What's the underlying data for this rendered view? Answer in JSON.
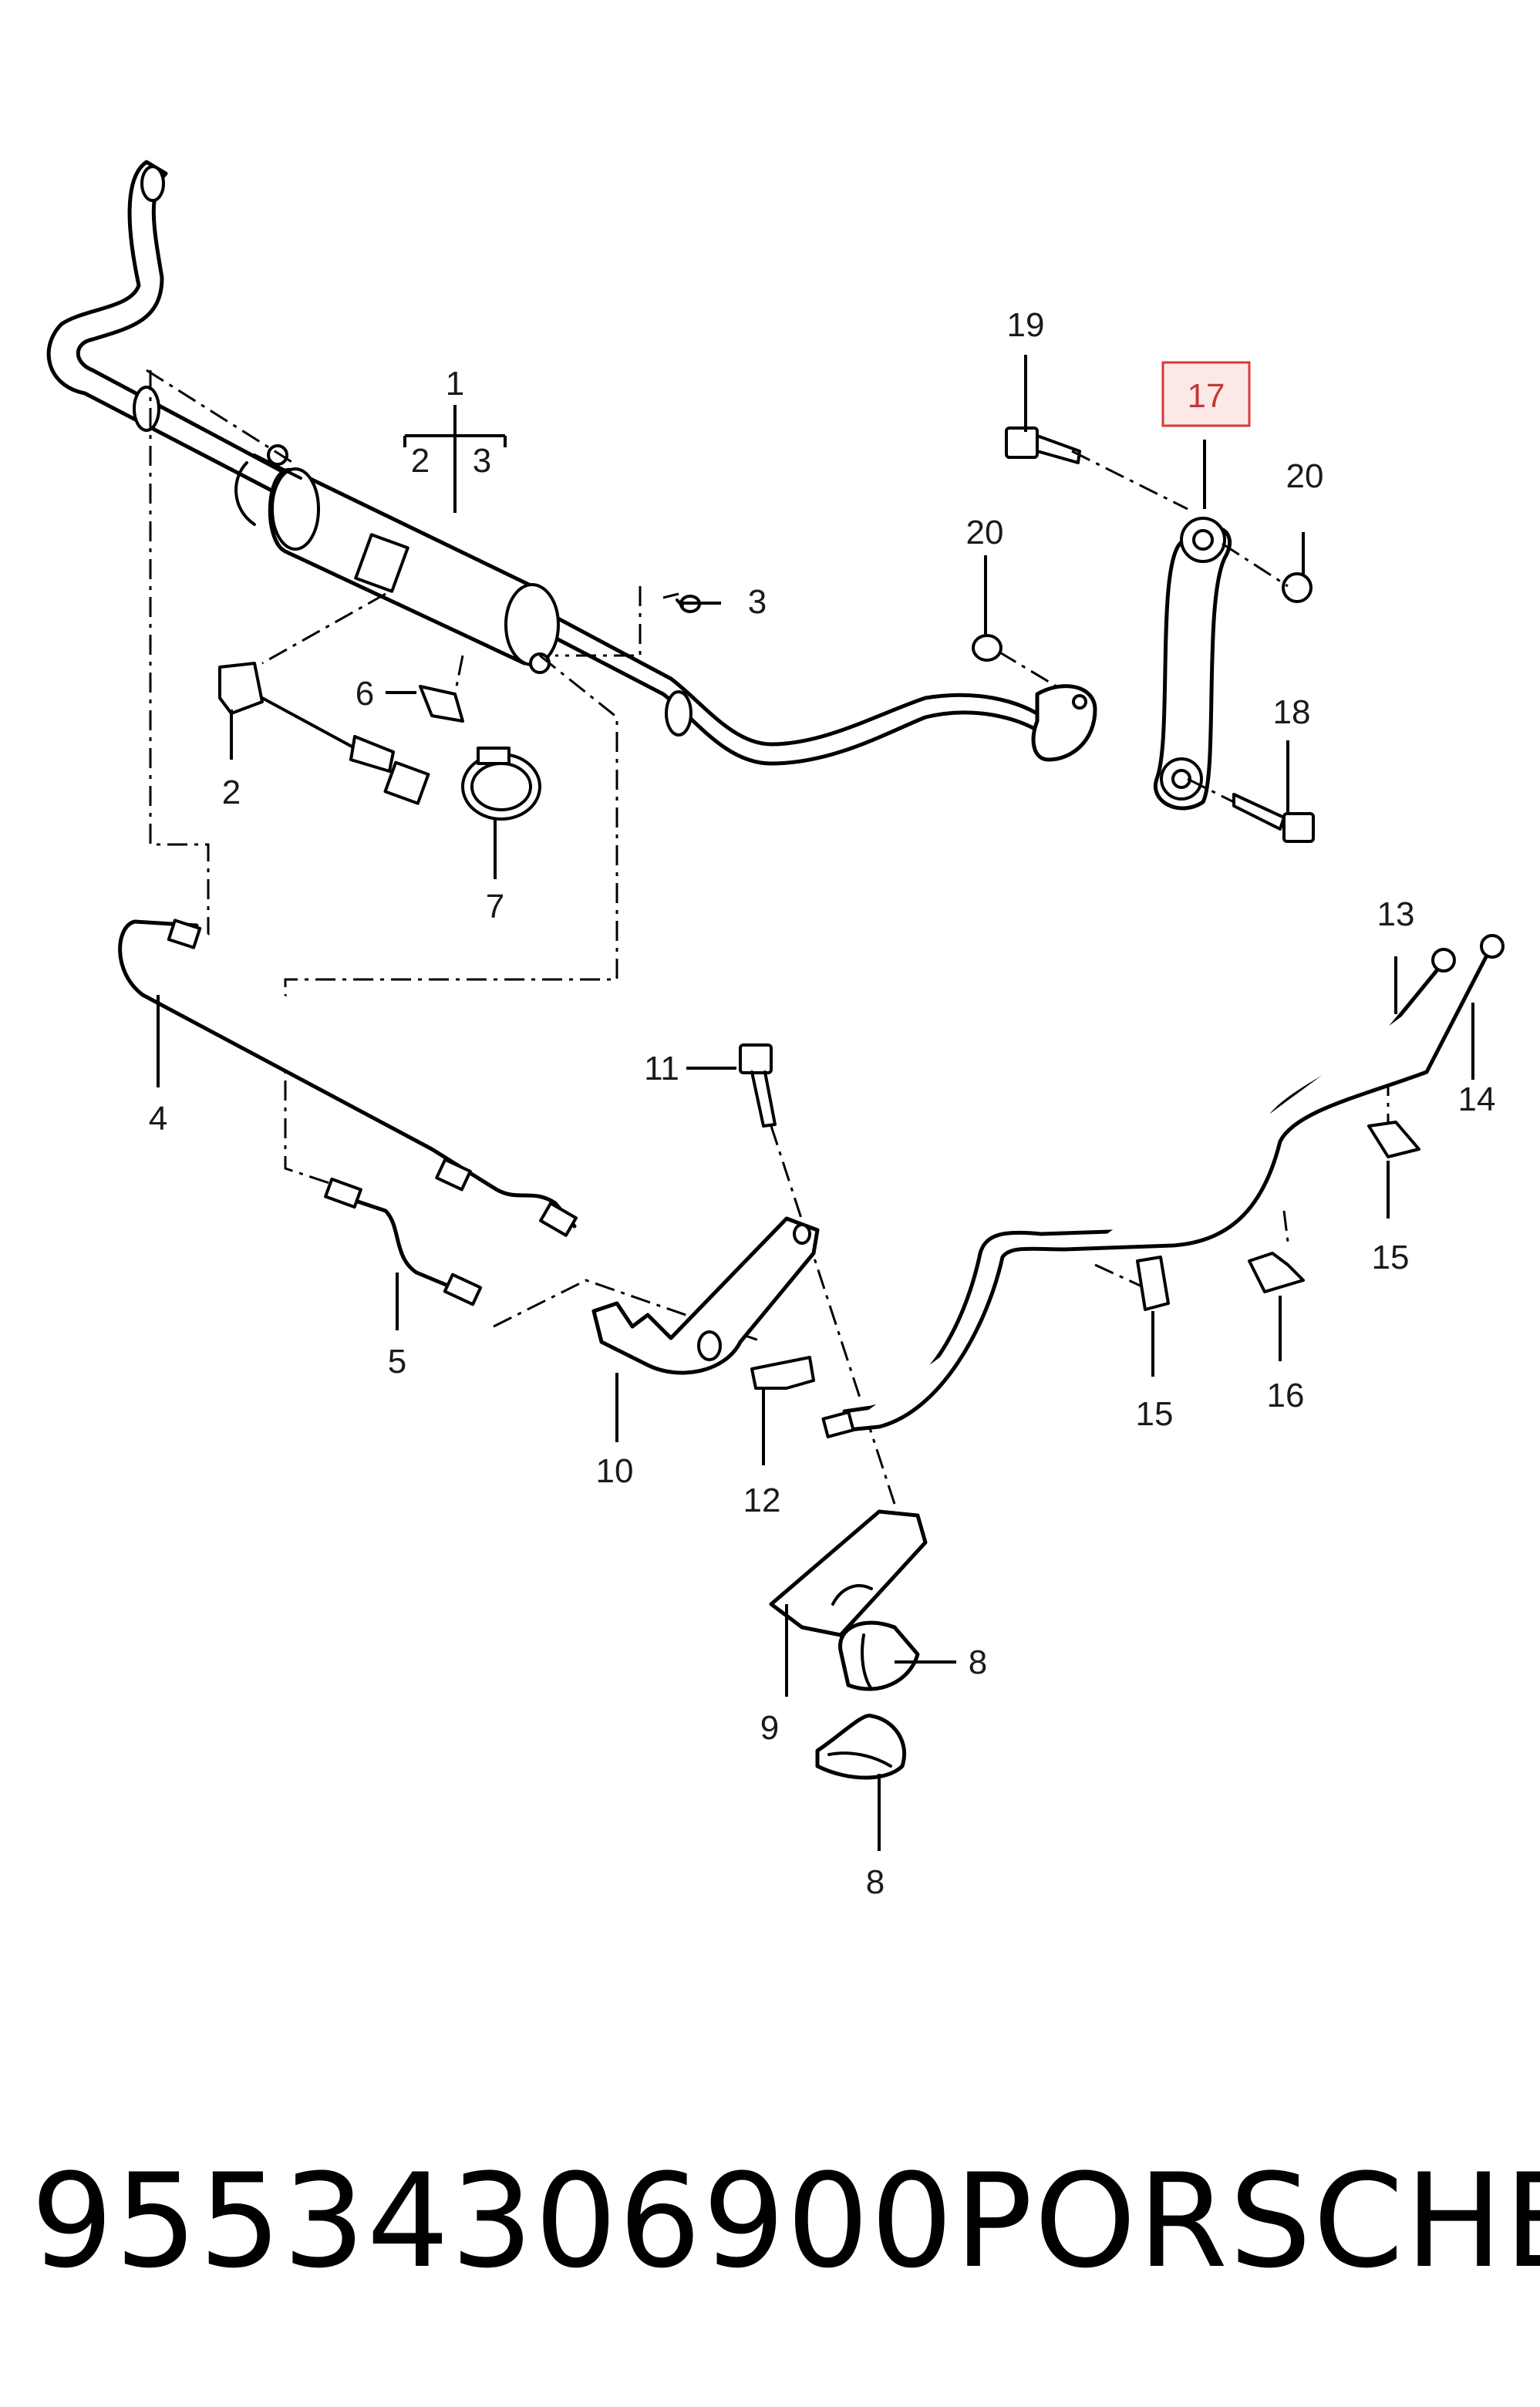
{
  "callouts": {
    "c1": "1",
    "c2a": "2",
    "c3a": "3",
    "c3": "3",
    "c2": "2",
    "c4": "4",
    "c5": "5",
    "c6": "6",
    "c7": "7",
    "c8a": "8",
    "c8b": "8",
    "c9": "9",
    "c10": "10",
    "c11": "11",
    "c12": "12",
    "c13": "13",
    "c14": "14",
    "c15a": "15",
    "c15b": "15",
    "c16": "16",
    "c17": "17",
    "c18": "18",
    "c19": "19",
    "c20a": "20",
    "c20b": "20"
  },
  "highlighted_part": "17",
  "colors": {
    "highlight_fill": "#fde8e8",
    "highlight_stroke": "#d83a3a",
    "highlight_text": "#c03a3a",
    "line": "#000000"
  },
  "footer": {
    "part_number": "95534306900",
    "brand": "PORSCHE"
  }
}
